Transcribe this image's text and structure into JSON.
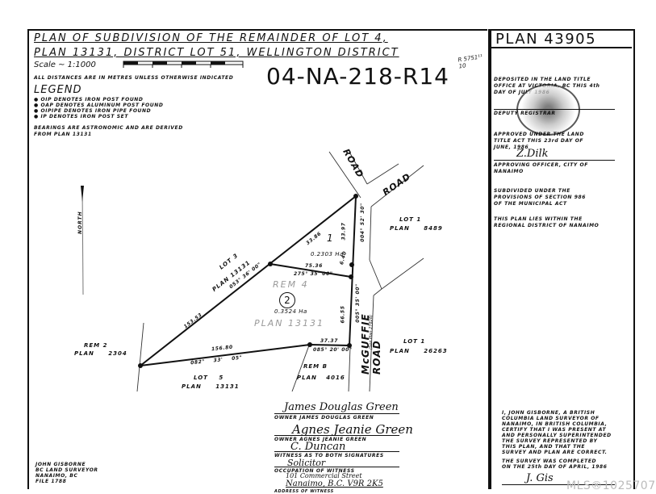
{
  "header": {
    "title_line1": "PLAN OF SUBDIVISION OF THE REMAINDER OF LOT 4,",
    "title_line2": "PLAN 13131, DISTRICT LOT 51, WELLINGTON DISTRICT",
    "scale_label": "Scale ~ 1:1000",
    "distance_note": "ALL DISTANCES ARE IN METRES UNLESS OTHERWISE INDICATED",
    "file_reference": "04-NA-218-R14",
    "plan_number": "PLAN 43905",
    "margin_note": "R 5751¹¹ 10"
  },
  "legend": {
    "title": "LEGEND",
    "items": [
      "OIP DENOTES IRON POST FOUND",
      "OAP DENOTES ALUMINUM POST FOUND",
      "OIPIPE DENOTES IRON PIPE FOUND",
      "IP DENOTES IRON POST SET"
    ],
    "bearing_note_line1": "BEARINGS ARE ASTRONOMIC AND ARE DERIVED",
    "bearing_note_line2": "FROM PLAN 13131"
  },
  "right_panel": {
    "deposit_line1": "DEPOSITED IN THE LAND TITLE",
    "deposit_line2": "OFFICE AT VICTORIA, BC THIS 4th",
    "deposit_line3": "DAY OF JULY 1986",
    "deputy_registrar": "DEPUTY REGISTRAR",
    "approved_line1": "APPROVED UNDER THE LAND",
    "approved_line2": "TITLE ACT THIS 23rd DAY OF",
    "approved_line3": "JUNE, 1986",
    "approving_officer_line1": "APPROVING OFFICER, CITY OF",
    "approving_officer_line2": "NANAIMO",
    "subdivided_line1": "SUBDIVIDED UNDER THE",
    "subdivided_line2": "PROVISIONS OF SECTION 986",
    "subdivided_line3": "OF THE MUNICIPAL ACT",
    "regional_line1": "THIS PLAN LIES WITHIN THE",
    "regional_line2": "REGIONAL DISTRICT OF NANAIMO",
    "certify_lines": [
      "I, JOHN GISBORNE, A BRITISH",
      "COLUMBIA LAND SURVEYOR OF",
      "NANAIMO, IN BRITISH COLUMBIA,",
      "CERTIFY THAT I WAS PRESENT AT",
      "AND PERSONALLY SUPERINTENDED",
      "THE SURVEY REPRESENTED BY",
      "THIS PLAN, AND THAT THE",
      "SURVEY AND PLAN ARE CORRECT."
    ],
    "completed_line1": "THE SURVEY WAS COMPLETED",
    "completed_line2": "ON THE 25th DAY OF APRIL, 1986"
  },
  "map": {
    "north_label": "NORTH",
    "roads": {
      "road_north": "ROAD",
      "road_ne": "ROAD",
      "mcguffie_road": "McGUFFIE ROAD",
      "mcguffie_sub": "(See Plan 27828)"
    },
    "lots": {
      "lot1_area": "0.2303 Ha",
      "lot1_label": "1",
      "rem4_label": "REM 4",
      "lot2_label": "2",
      "lot2_area": "0.3524 Ha",
      "plan_13131": "PLAN 13131",
      "lot3": "LOT 3",
      "lot3_plan": "PLAN 13131",
      "rem2": "REM 2",
      "rem2_plan": "PLAN 2304",
      "lot5": "LOT 5",
      "lot5_plan": "PLAN 13131",
      "remb": "REM B",
      "remb_plan": "PLAN 4016",
      "lot1_east_a": "LOT 1",
      "lot1_east_a_plan": "PLAN 8489",
      "lot1_east_b": "LOT 1",
      "lot1_east_b_plan": "PLAN 26263"
    },
    "dimensions": {
      "nw_top": "33.86",
      "nw_lower": "153.53",
      "nw_bearing": "053° 36' 00\"",
      "internal_len": "75.36",
      "internal_bearing": "275° 35' 00\"",
      "east_top": "33.97",
      "east_top_bearing": "004° 52' 30\"",
      "east_mid": "6.40",
      "east_lower": "66.55",
      "east_lower_bearing": "005° 35' 00\"",
      "south_len": "156.80",
      "south_bearing": "082° 33' 05\"",
      "se_len": "37.37",
      "se_bearing": "085° 20' 00\""
    }
  },
  "signatures": {
    "owner1_sig": "James Douglas Green",
    "owner1_label": "OWNER  JAMES DOUGLAS GREEN",
    "owner2_sig": "Agnes Jeanie Green",
    "owner2_label": "OWNER  AGNES JEANIE GREEN",
    "witness_sig": "C. Duncan",
    "witness_label": "WITNESS AS TO BOTH SIGNATURES",
    "occupation": "Solicitor",
    "occupation_label": "OCCUPATION OF WITNESS",
    "address_line1": "101 Commercial Street",
    "address_line2": "Nanaimo, B.C.  V9R 2K5",
    "address_label": "ADDRESS OF WITNESS"
  },
  "surveyor_block": {
    "line1": "JOHN GISBORNE",
    "line2": "BC LAND SURVEYOR",
    "line3": "NANAIMO, BC",
    "line4": "FILE 1788"
  },
  "surveyor_sig": "J. Gis",
  "watermark": "MLS®1025707"
}
